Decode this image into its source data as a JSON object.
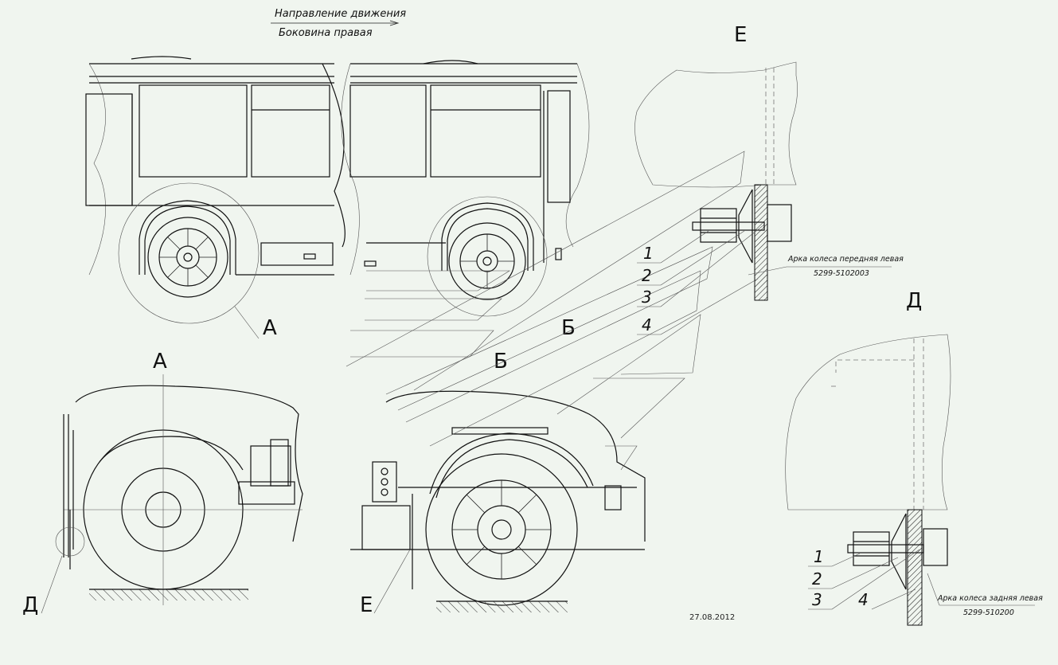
{
  "header": {
    "direction_label": "Направление движения",
    "side_label": "Боковина правая"
  },
  "views": {
    "A": "А",
    "B": "Б",
    "D": "Д",
    "E": "Е"
  },
  "detail_E": {
    "items": [
      "1",
      "2",
      "3",
      "4"
    ],
    "part_name": "Арка колеса передняя левая",
    "part_number": "5299-5102003"
  },
  "detail_D": {
    "items": [
      "1",
      "2",
      "3",
      "4"
    ],
    "part_name": "Арка колеса задняя левая",
    "part_number": "5299-510200"
  },
  "date": "27.08.2012",
  "colors": {
    "background": "#f0f5ef",
    "line": "#111111"
  }
}
